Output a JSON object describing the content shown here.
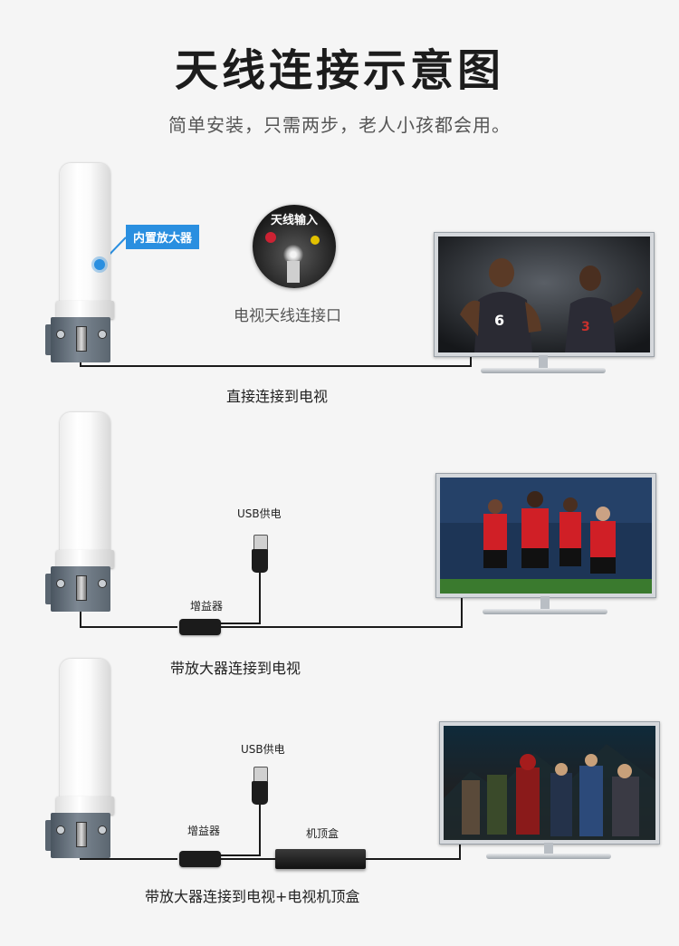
{
  "header": {
    "title": "天线连接示意图",
    "subtitle": "简单安装，只需两步，老人小孩都会用。"
  },
  "section1": {
    "badge": "内置放大器",
    "port_title": "天线输入",
    "port_caption": "电视天线连接口",
    "caption": "直接连接到电视"
  },
  "section2": {
    "usb_label": "USB供电",
    "amp_label": "增益器",
    "caption": "带放大器连接到电视"
  },
  "section3": {
    "usb_label": "USB供电",
    "amp_label": "增益器",
    "stb_label": "机顶盒",
    "caption": "带放大器连接到电视+电视机顶盒"
  },
  "colors": {
    "accent": "#2a8fe0",
    "background": "#f5f5f5",
    "cable": "#1a1a1a"
  }
}
